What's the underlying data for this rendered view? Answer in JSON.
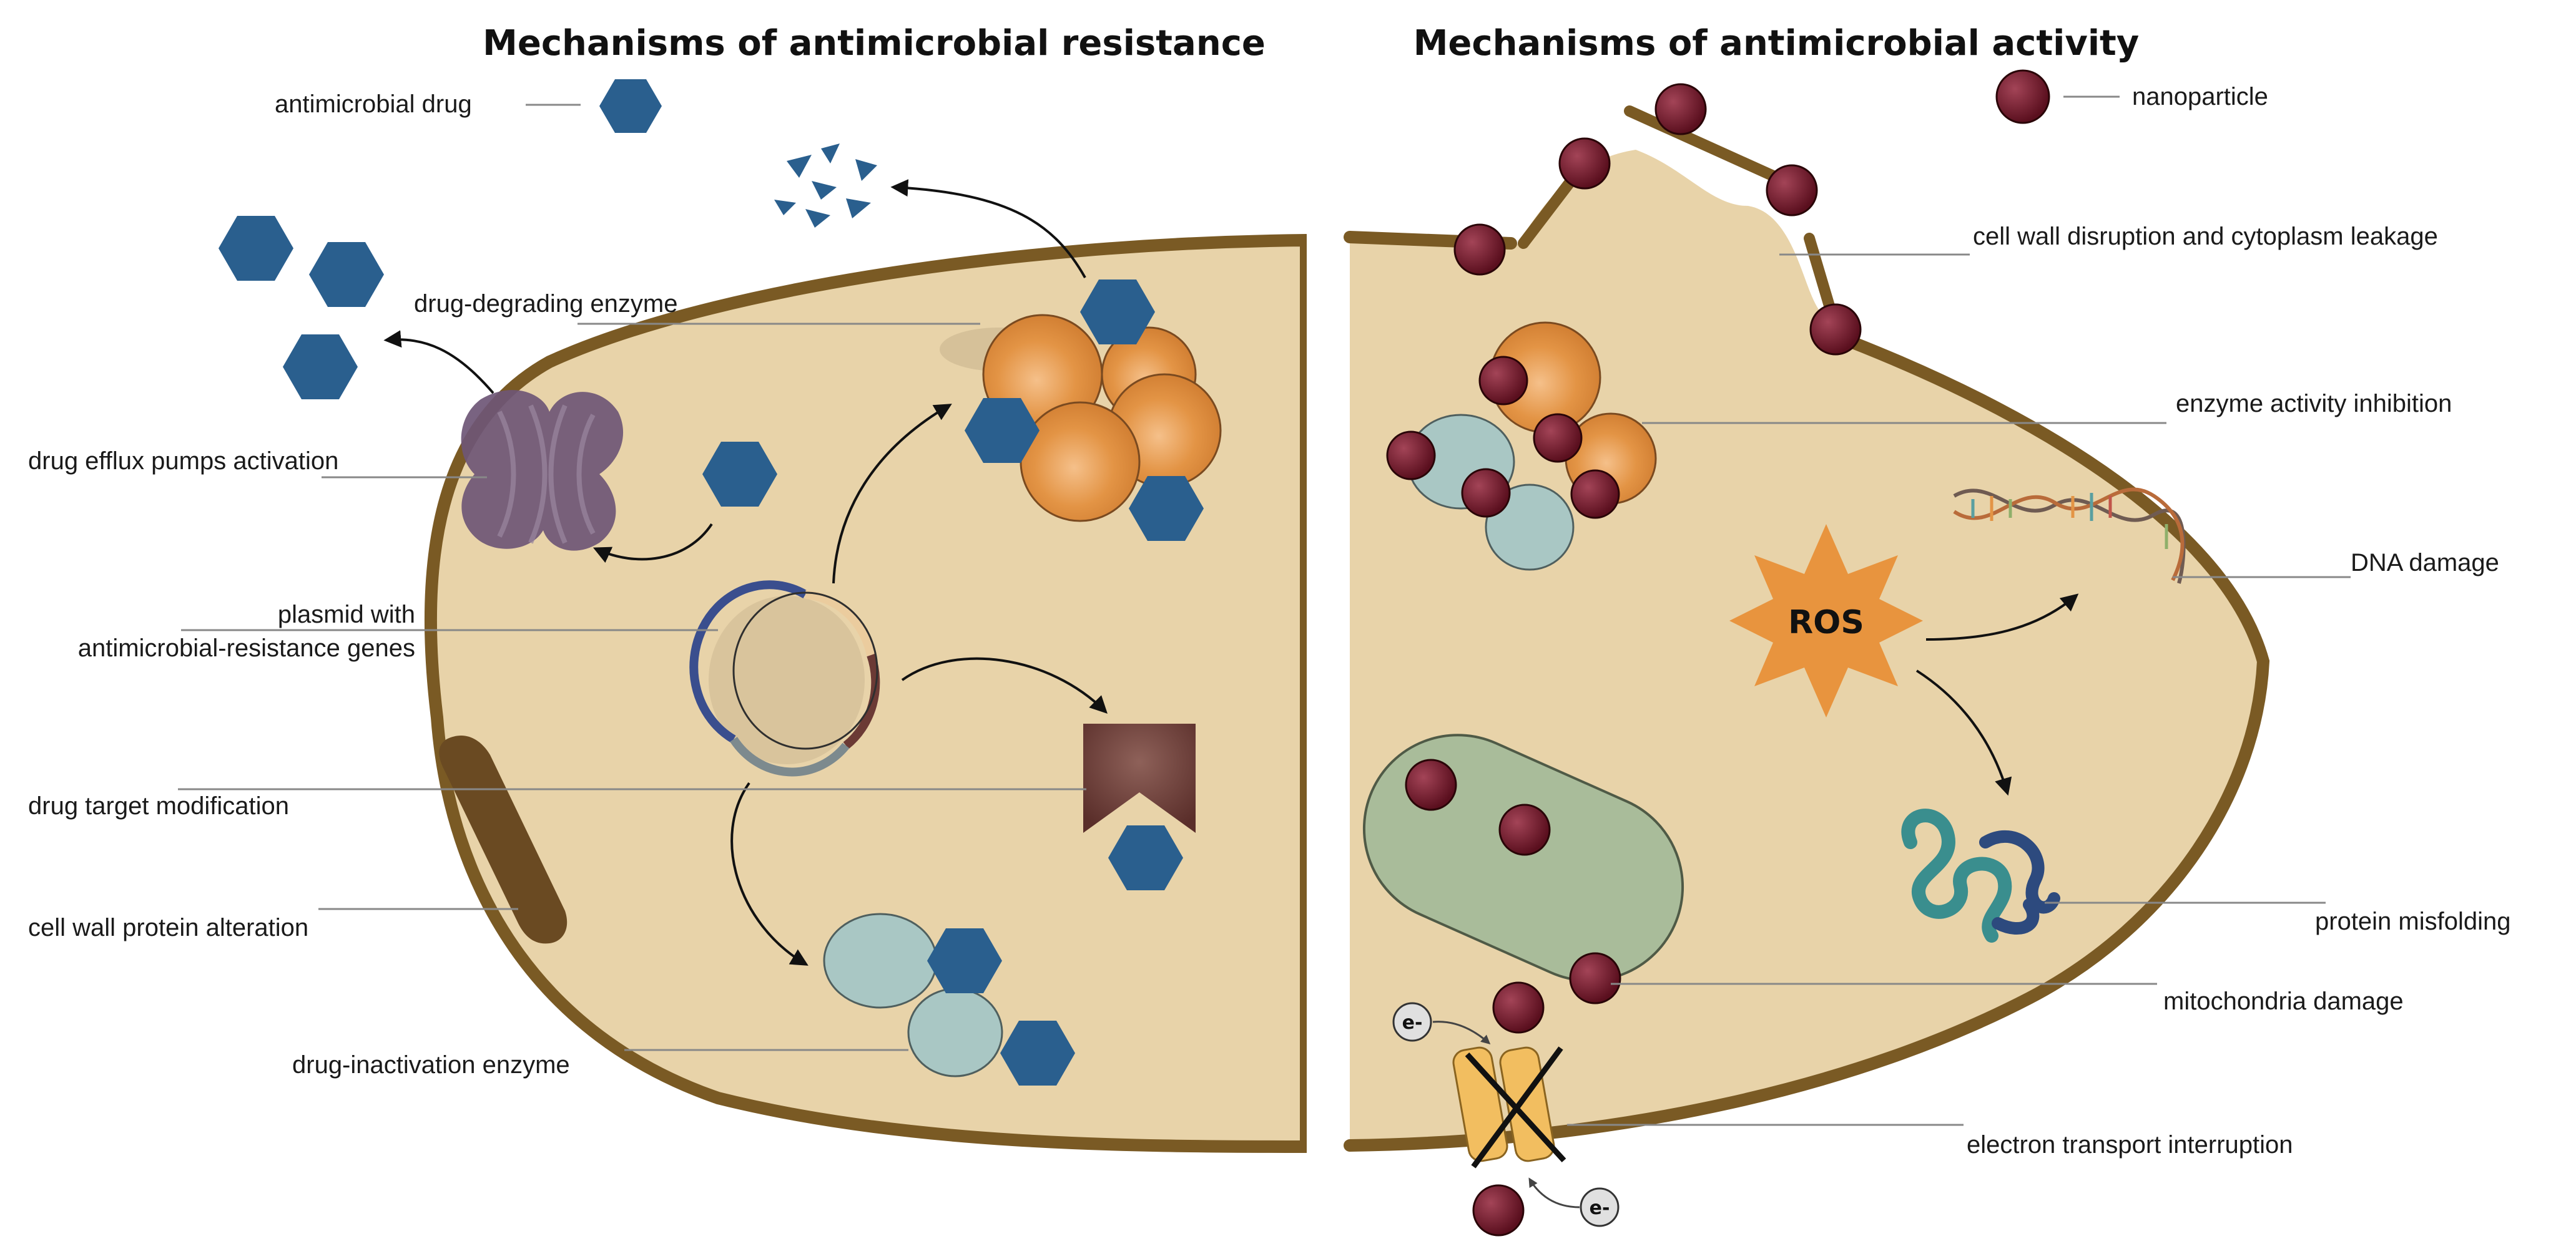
{
  "titles": {
    "resistance": "Mechanisms of antimicrobial resistance",
    "activity": "Mechanisms of antimicrobial activity"
  },
  "labels": {
    "antimicrobial_drug": "antimicrobial drug",
    "drug_degrading_enzyme": "drug-degrading enzyme",
    "drug_efflux": "drug efflux pumps activation",
    "plasmid_line1": "plasmid with",
    "plasmid_line2": "antimicrobial-resistance genes",
    "drug_target": "drug target modification",
    "cell_wall_protein": "cell wall protein alteration",
    "drug_inactivation": "drug-inactivation enzyme",
    "nanoparticle": "nanoparticle",
    "cell_wall_disruption": "cell wall disruption and cytoplasm leakage",
    "enzyme_inhibition": "enzyme activity inhibition",
    "dna_damage": "DNA damage",
    "protein_misfolding": "protein misfolding",
    "mito_damage": "mitochondria damage",
    "electron_transport": "electron transport interruption",
    "ros": "ROS",
    "electron": "e-"
  },
  "colors": {
    "cytoplasm": "#E8D3A9",
    "cell_wall": "#7A5A24",
    "drug": "#2A5F8E",
    "enzyme_orange": "#E39445",
    "enzyme_teal": "#A9C7C4",
    "efflux_pump": "#6E5676",
    "target_protein": "#6B3A35",
    "nanoparticle": "#6E1526",
    "ros": "#E8943E",
    "mitochondria": "#A9BC9A",
    "transport_protein": "#F2BE60",
    "protein_teal": "#3A8E8E",
    "protein_navy": "#2D4A7E"
  },
  "icons": {
    "drug": "hexagon-icon",
    "nanoparticle": "sphere-icon",
    "ros": "starburst-icon",
    "dna": "double-helix-icon"
  }
}
